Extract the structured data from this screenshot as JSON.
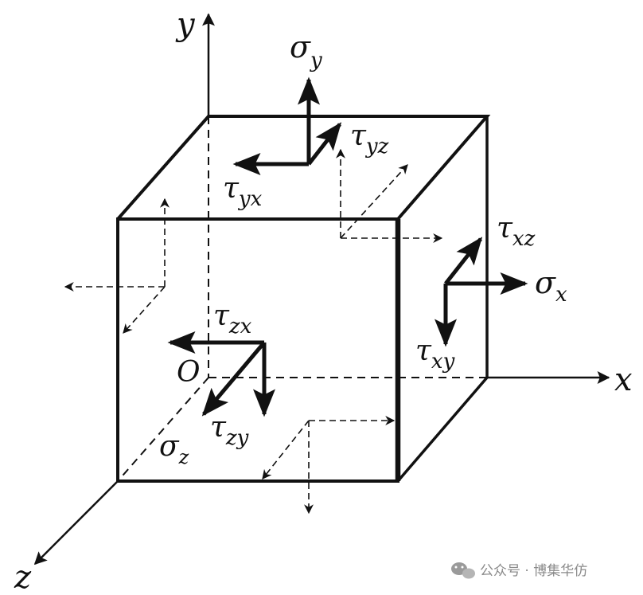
{
  "axes": {
    "x": "x",
    "y": "y",
    "z": "z",
    "origin": "O"
  },
  "stresses": {
    "sigma_y": "σ",
    "sigma_y_sub": "y",
    "tau_yz": "τ",
    "tau_yz_sub": "yz",
    "tau_yx": "τ",
    "tau_yx_sub": "yx",
    "tau_xz": "τ",
    "tau_xz_sub": "xz",
    "sigma_x": "σ",
    "sigma_x_sub": "x",
    "tau_xy": "τ",
    "tau_xy_sub": "xy",
    "tau_zx": "τ",
    "tau_zx_sub": "zx",
    "tau_zy": "τ",
    "tau_zy_sub": "zy",
    "sigma_z": "σ",
    "sigma_z_sub": "z"
  },
  "watermark": {
    "text": "公众号 · 博集华仿",
    "icon": "wechat-icon"
  }
}
